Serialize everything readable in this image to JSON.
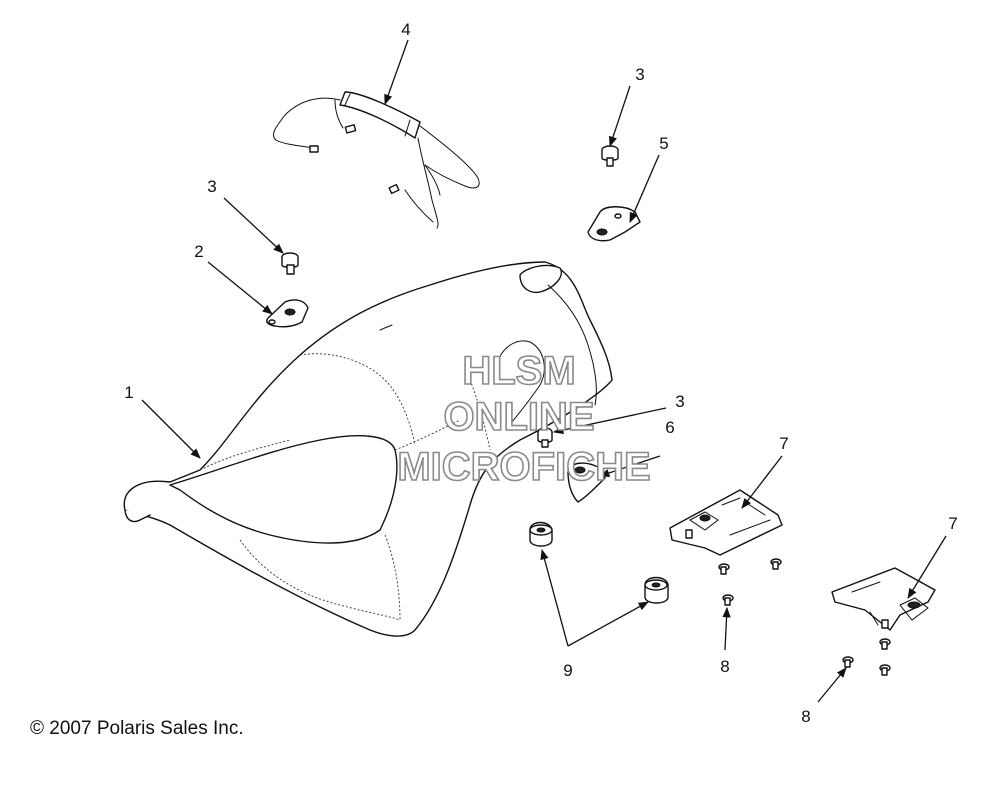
{
  "callouts": {
    "seat": "1",
    "bracket_left": "2",
    "screw_top": "3",
    "screw_left": "3",
    "screw_center": "3",
    "strap": "4",
    "bracket_right": "5",
    "bracket_center": "6",
    "latch_upper": "7",
    "latch_lower": "7",
    "bolt_center": "8",
    "bolt_lower": "8",
    "bumper": "9"
  },
  "watermark": {
    "line1": "HLSM",
    "line2": "ONLINE",
    "line3": "MICROFICHE"
  },
  "copyright": "© 2007 Polaris Sales Inc."
}
